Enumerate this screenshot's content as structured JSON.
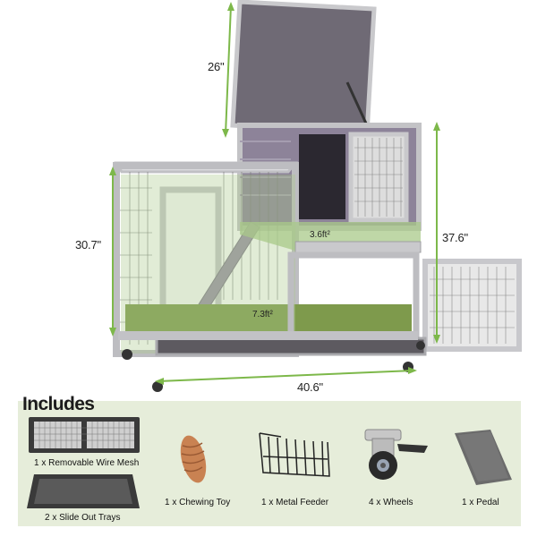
{
  "dimensions": {
    "lid_height": "26\"",
    "left_height": "30.7\"",
    "right_height": "37.6\"",
    "width": "40.6\""
  },
  "areas": {
    "upper_deck": "3.6ft²",
    "lower_deck": "7.3ft²"
  },
  "includes": {
    "title": "Includes",
    "items": [
      {
        "label": "1 x Removable Wire Mesh",
        "icon": "wire-mesh-icon"
      },
      {
        "label": "2 x Slide Out Trays",
        "icon": "tray-icon"
      },
      {
        "label": "1 x Chewing Toy",
        "icon": "chewing-toy-icon"
      },
      {
        "label": "1 x Metal Feeder",
        "icon": "metal-feeder-icon"
      },
      {
        "label": "4 x Wheels",
        "icon": "wheel-icon"
      },
      {
        "label": "1 x Pedal",
        "icon": "pedal-icon"
      }
    ]
  },
  "colors": {
    "frame_gray": "#b9b9bd",
    "wood_purple": "#8d8399",
    "roof_gray": "#6f6a75",
    "floor_green": "#7e9a4c",
    "dimension_green": "#7db84a",
    "highlight_green": "#a9c98a",
    "panel_bg": "#e6edda"
  }
}
